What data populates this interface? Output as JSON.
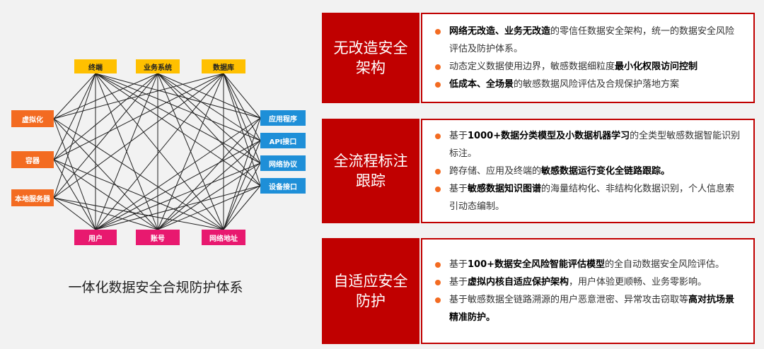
{
  "diagram": {
    "top_nodes": [
      "终端",
      "业务系统",
      "数据库"
    ],
    "left_nodes": [
      "虚拟化",
      "容器",
      "本地服务器"
    ],
    "right_nodes": [
      "应用程序",
      "API接口",
      "网络协议",
      "设备接口"
    ],
    "bottom_nodes": [
      "用户",
      "账号",
      "网络地址"
    ],
    "caption": "一体化数据安全合规防护体系"
  },
  "colors": {
    "accent": "#c00000",
    "bullet": "#f36b21",
    "top_node": "#ffc000",
    "left_node": "#f36b21",
    "right_node": "#1e8fd8",
    "bottom_node": "#e8196f"
  },
  "sections": [
    {
      "title": "无改造安全架构",
      "bullets": [
        [
          {
            "t": "网络无改造、业务无改造",
            "b": true
          },
          {
            "t": "的零信任数据安全架构，统一的数据安全风险评估及防护体系。",
            "b": false
          }
        ],
        [
          {
            "t": "动态定义数据使用边界，敏感数据细粒度",
            "b": false
          },
          {
            "t": "最小化权限访问控制",
            "b": true
          }
        ],
        [
          {
            "t": "低成本、全场景",
            "b": true
          },
          {
            "t": "的敏感数据风险评估及合规保护落地方案",
            "b": false
          }
        ]
      ]
    },
    {
      "title": "全流程标注跟踪",
      "bullets": [
        [
          {
            "t": "基于",
            "b": false
          },
          {
            "t": "1000+数据分类模型及小数据机器学习",
            "b": true
          },
          {
            "t": "的全类型敏感数据智能识别标注。",
            "b": false
          }
        ],
        [
          {
            "t": "跨存储、应用及终端的",
            "b": false
          },
          {
            "t": "敏感数据运行变化全链路跟踪。",
            "b": true
          }
        ],
        [
          {
            "t": "基于",
            "b": false
          },
          {
            "t": "敏感数据知识图谱",
            "b": true
          },
          {
            "t": "的海量结构化、非结构化数据识别，个人信息索引动态编制。",
            "b": false
          }
        ]
      ]
    },
    {
      "title": "自适应安全防护",
      "bullets": [
        [
          {
            "t": "基于",
            "b": false
          },
          {
            "t": "100+数据安全风险智能评估模型",
            "b": true
          },
          {
            "t": "的全自动数据安全风险评估。",
            "b": false
          }
        ],
        [
          {
            "t": "基于",
            "b": false
          },
          {
            "t": "虚拟内核自适应保护架构",
            "b": true
          },
          {
            "t": "，用户体验更顺畅、业务零影响。",
            "b": false
          }
        ],
        [
          {
            "t": "基于敏感数据全链路溯源的用户恶意泄密、异常攻击窃取等",
            "b": false
          },
          {
            "t": "高对抗场景精准防护。",
            "b": true
          }
        ]
      ]
    }
  ]
}
